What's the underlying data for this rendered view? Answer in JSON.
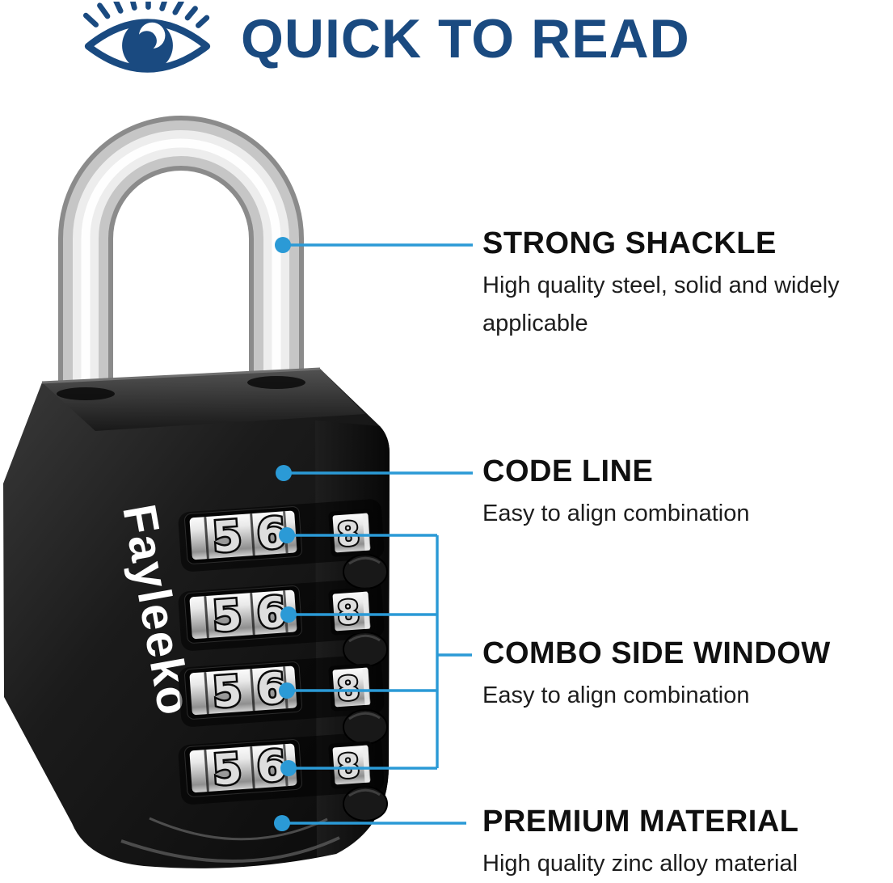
{
  "header": {
    "title": "QUICK TO READ",
    "icon": "eye-icon"
  },
  "product": {
    "brand": "Fayleeko",
    "kind": "4-digit combination padlock",
    "dial_rows": [
      {
        "front_digits": [
          "5",
          "6"
        ],
        "side_digit": "8"
      },
      {
        "front_digits": [
          "5",
          "6"
        ],
        "side_digit": "8"
      },
      {
        "front_digits": [
          "5",
          "6"
        ],
        "side_digit": "8"
      },
      {
        "front_digits": [
          "5",
          "6"
        ],
        "side_digit": "8"
      }
    ]
  },
  "callouts": [
    {
      "title": "STRONG SHACKLE",
      "description": "High quality steel, solid and widely applicable"
    },
    {
      "title": "CODE LINE",
      "description": "Easy to align combination"
    },
    {
      "title": "COMBO SIDE WINDOW",
      "description": "Easy to align combination"
    },
    {
      "title": "PREMIUM MATERIAL",
      "description": "High quality zinc alloy material"
    }
  ],
  "colors": {
    "accent_blue": "#2b9ad6",
    "heading_navy": "#1a4a80",
    "heading_text": "#101010",
    "body_text": "#1d1d1d",
    "lock_black": "#141414",
    "chrome": "#d9d9d9"
  }
}
